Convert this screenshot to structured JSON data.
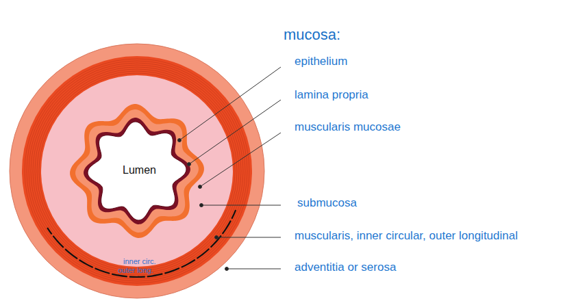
{
  "diagram": {
    "labels": [
      "mucosa:",
      "epithelium",
      "lamina propria",
      "muscularis mucosae",
      "submucosa",
      "muscularis, inner circular, outer longitudinal",
      "adventitia or serosa",
      "Lumen",
      "inner circ.",
      "outer long."
    ]
  }
}
